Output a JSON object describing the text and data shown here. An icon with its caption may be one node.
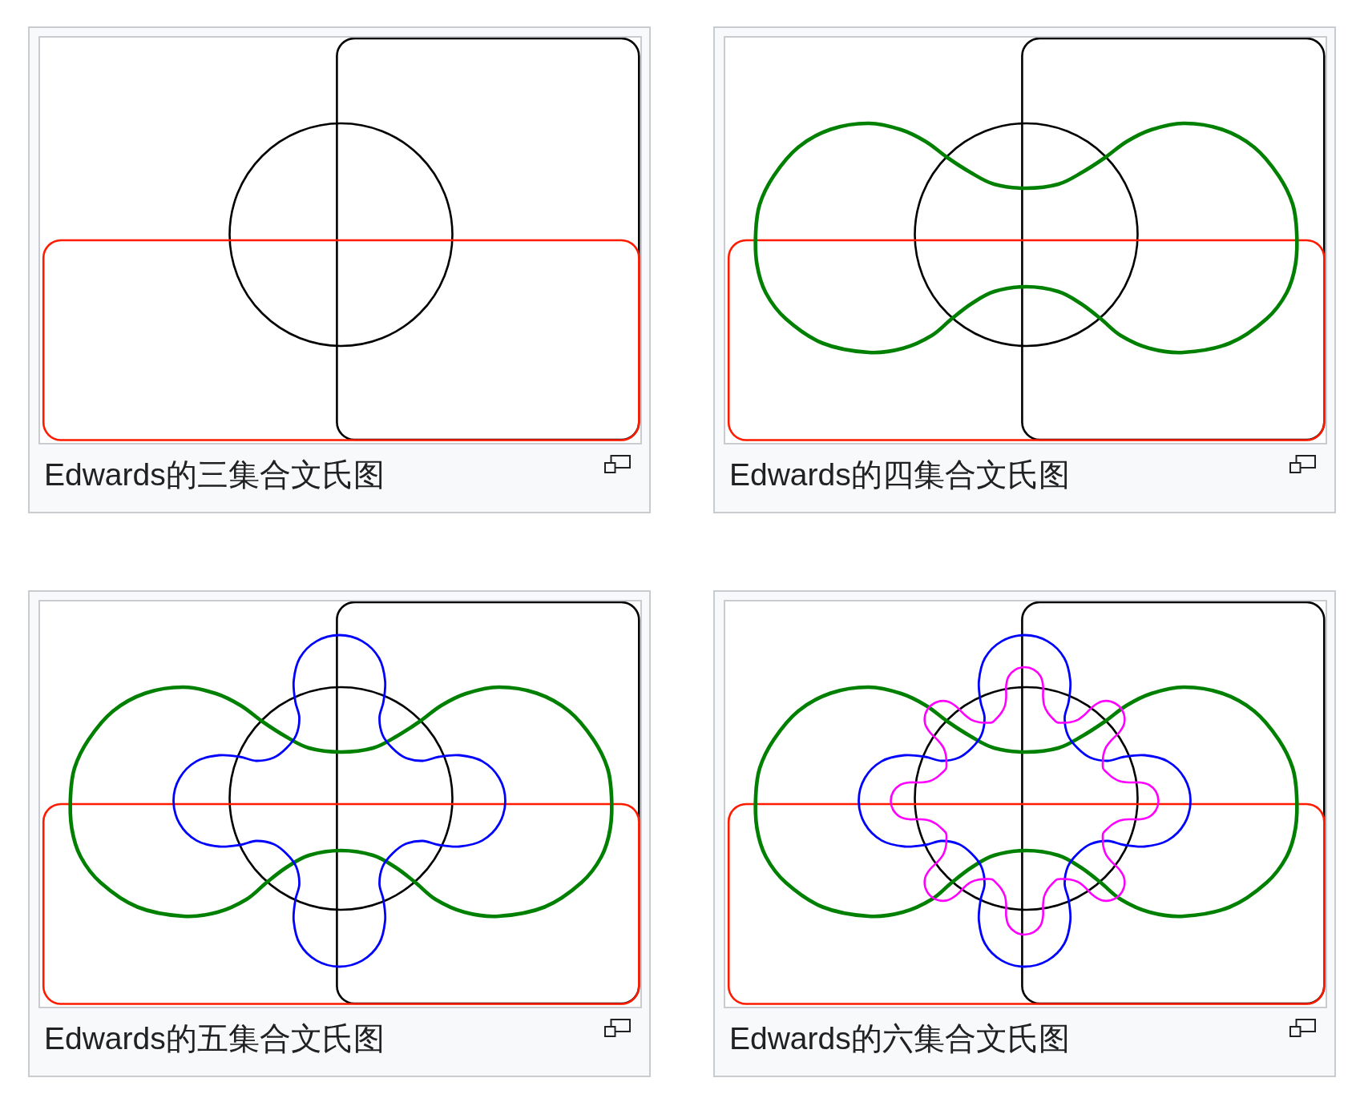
{
  "diagram": {
    "nodes": [
      {
        "text": [
          "Edwards的三集合文氏图"
        ]
      },
      {
        "text": [
          "Edwards的四集合文氏图"
        ]
      },
      {
        "text": [
          "Edwards的五集合文氏图"
        ]
      },
      {
        "text": [
          "Edwards的六集合文氏图"
        ]
      }
    ]
  }
}
